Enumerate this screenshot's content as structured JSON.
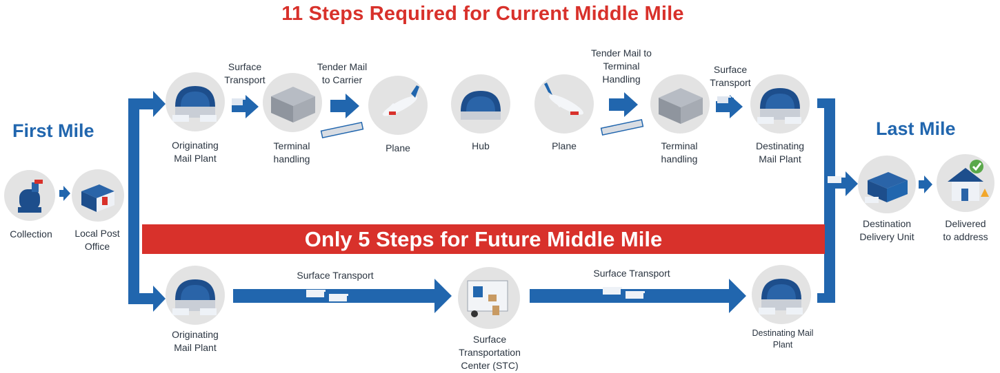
{
  "title": "11 Steps Required for Current Middle Mile",
  "banner": "Only 5 Steps for Future Middle Mile",
  "first_mile": {
    "heading": "First Mile",
    "collection": "Collection",
    "local_post_office": "Local Post\nOffice"
  },
  "last_mile": {
    "heading": "Last Mile",
    "destination_delivery_unit": "Destination\nDelivery Unit",
    "delivered": "Delivered\nto address"
  },
  "current": {
    "originating_mail_plant": "Originating\nMail Plant",
    "surface_transport_1": "Surface\nTransport",
    "terminal_handling_1": "Terminal\nhandling",
    "tender_mail_to_carrier": "Tender Mail\nto Carrier",
    "plane_1": "Plane",
    "hub": "Hub",
    "plane_2": "Plane",
    "tender_mail_to_terminal": "Tender Mail to\nTerminal\nHandling",
    "terminal_handling_2": "Terminal\nhandling",
    "surface_transport_2": "Surface\nTransport",
    "destinating_mail_plant": "Destinating\nMail Plant"
  },
  "future": {
    "originating_mail_plant": "Originating\nMail Plant",
    "surface_transport_1": "Surface Transport",
    "stc": "Surface\nTransportation\nCenter (STC)",
    "surface_transport_2": "Surface Transport",
    "destinating_mail_plant": "Destinating Mail\nPlant"
  },
  "colors": {
    "red": "#d8312b",
    "blue": "#2166ae",
    "navy": "#1d4e8c",
    "grey_circle": "#e3e3e3"
  }
}
